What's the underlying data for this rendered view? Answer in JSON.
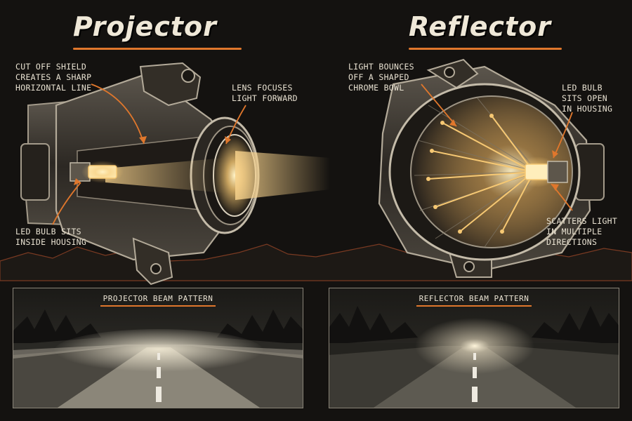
{
  "left": {
    "title": "Projector",
    "callouts": {
      "shield": [
        "Cut off shield",
        "creates a sharp",
        "horizontal line"
      ],
      "lens": [
        "Lens focuses",
        "light forward"
      ],
      "bulb": [
        "LED bulb sits",
        "inside housing"
      ]
    },
    "panel_label": "Projector beam pattern"
  },
  "right": {
    "title": "Reflector",
    "callouts": {
      "bowl": [
        "Light bounces",
        "off a shaped",
        "chrome bowl"
      ],
      "bulb": [
        "LED bulb",
        "sits open",
        "in housing"
      ],
      "scatter": [
        "Scatters light",
        "in multiple",
        "directions"
      ]
    },
    "panel_label": "Reflector beam pattern"
  },
  "colors": {
    "background": "#141210",
    "accent": "#e0772c",
    "light": "#f6c873",
    "ink": "#e9e2d2"
  },
  "icons": [
    "projector-headlight-icon",
    "reflector-headlight-icon",
    "led-bulb-icon",
    "road-icon"
  ]
}
